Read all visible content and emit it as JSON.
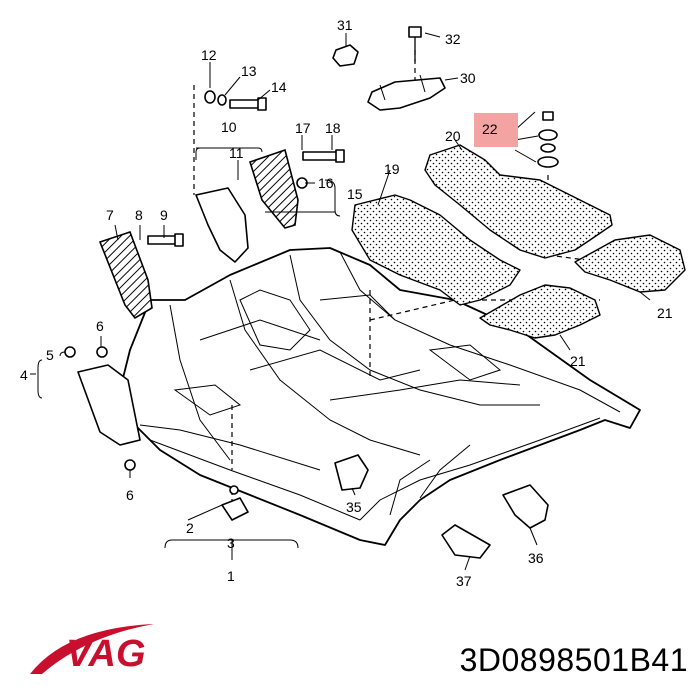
{
  "brand": {
    "name": "VAG",
    "color": "#c8102e"
  },
  "part_number": "3D0898501B41",
  "highlight_color": "#f4a3a3",
  "highlighted_callout": "22",
  "callouts": {
    "c1": "1",
    "c2": "2",
    "c3": "3",
    "c4": "4",
    "c5": "5",
    "c6a": "6",
    "c6b": "6",
    "c7": "7",
    "c8": "8",
    "c9": "9",
    "c10": "10",
    "c11": "11",
    "c12": "12",
    "c13": "13",
    "c14": "14",
    "c15": "15",
    "c16": "16",
    "c17": "17",
    "c18": "18",
    "c19": "19",
    "c20": "20",
    "c21a": "21",
    "c21b": "21",
    "c22": "22",
    "c30": "30",
    "c31": "31",
    "c32": "32",
    "c35": "35",
    "c36": "36",
    "c37": "37"
  }
}
